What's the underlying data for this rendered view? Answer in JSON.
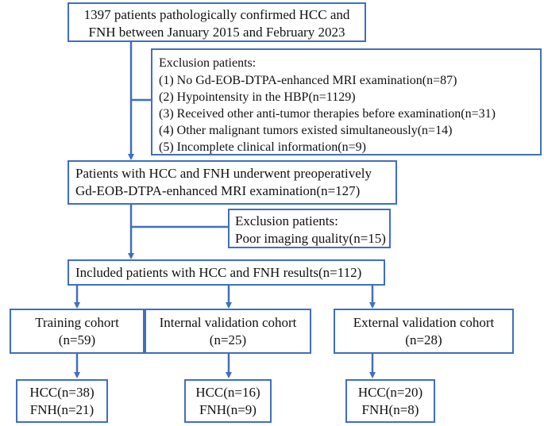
{
  "flow": {
    "start": {
      "lines": [
        "1397 patients pathologically confirmed HCC and",
        "FNH between January 2015 and February 2023"
      ]
    },
    "exclusion1": {
      "title": "Exclusion patients:",
      "items": [
        "(1) No Gd-EOB-DTPA-enhanced MRI examination(n=87)",
        "(2) Hypointensity in the HBP(n=1129)",
        "(3) Received other anti-tumor therapies before examination(n=31)",
        "(4) Other malignant tumors existed simultaneously(n=14)",
        "(5) Incomplete clinical information(n=9)"
      ]
    },
    "underwent": {
      "lines": [
        "Patients with HCC and FNH underwent preoperatively",
        "Gd-EOB-DTPA-enhanced MRI examination(n=127)"
      ]
    },
    "exclusion2": {
      "title": "Exclusion patients:",
      "items": [
        "Poor imaging quality(n=15)"
      ]
    },
    "included": {
      "text": "Included patients with HCC and FNH results(n=112)"
    },
    "cohorts": [
      {
        "name": "Training cohort",
        "n": "(n=59)",
        "hcc": "HCC(n=38)",
        "fnh": "FNH(n=21)"
      },
      {
        "name": "Internal validation cohort",
        "n": "(n=25)",
        "hcc": "HCC(n=16)",
        "fnh": "FNH(n=9)"
      },
      {
        "name": "External validation cohort",
        "n": "(n=28)",
        "hcc": "HCC(n=20)",
        "fnh": "FNH(n=8)"
      }
    ],
    "colors": {
      "line": "#3f6fbf",
      "text": "#111111",
      "background": "#ffffff"
    }
  }
}
